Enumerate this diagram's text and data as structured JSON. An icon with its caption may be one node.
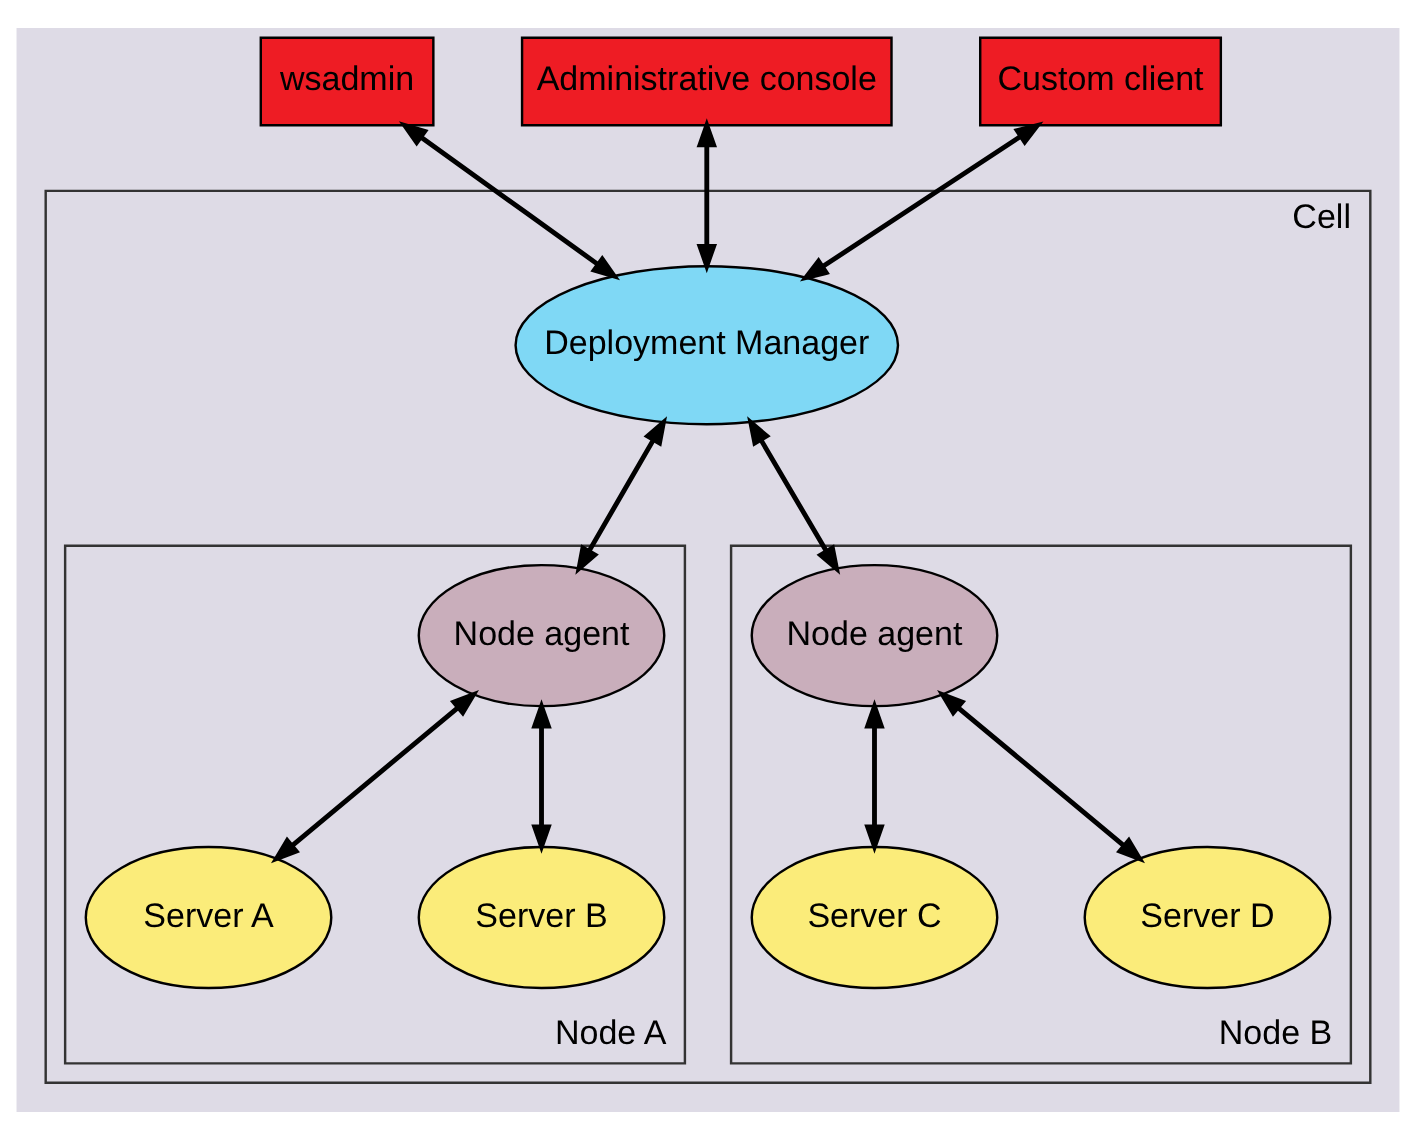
{
  "diagram": {
    "nodes": [
      {
        "text": [
          "wsadmin"
        ]
      },
      {
        "text": [
          "Administrative console"
        ]
      },
      {
        "text": [
          "Custom client"
        ]
      },
      {
        "text": [
          "Cell"
        ]
      },
      {
        "text": [
          "Deployment Manager"
        ],
        "in": 3
      },
      {
        "text": [
          "Node A"
        ],
        "in": 3
      },
      {
        "text": [
          "Node agent"
        ],
        "in": 5
      },
      {
        "text": [
          "Server A"
        ],
        "in": 5
      },
      {
        "text": [
          "Server B"
        ],
        "in": 5
      },
      {
        "text": [
          "Node B"
        ],
        "in": 3
      },
      {
        "text": [
          "Node agent"
        ],
        "in": 9
      },
      {
        "text": [
          "Server C"
        ],
        "in": 9
      },
      {
        "text": [
          "Server D"
        ],
        "in": 9
      }
    ],
    "edges": [
      {
        "from": 0,
        "to": 4,
        "arrow": "both"
      },
      {
        "from": 1,
        "to": 4,
        "arrow": "both"
      },
      {
        "from": 2,
        "to": 4,
        "arrow": "both"
      },
      {
        "from": 4,
        "to": 6,
        "arrow": "both"
      },
      {
        "from": 4,
        "to": 10,
        "arrow": "both"
      },
      {
        "from": 6,
        "to": 7,
        "arrow": "both"
      },
      {
        "from": 6,
        "to": 8,
        "arrow": "both"
      },
      {
        "from": 10,
        "to": 11,
        "arrow": "both"
      },
      {
        "from": 10,
        "to": 12,
        "arrow": "both"
      }
    ]
  }
}
